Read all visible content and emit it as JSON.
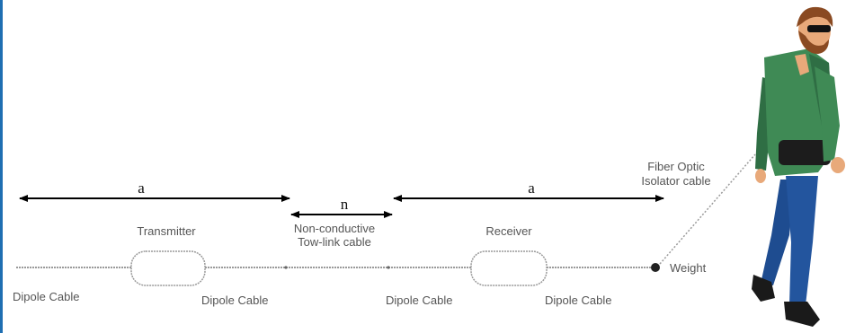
{
  "dimensions": {
    "left_span": "a",
    "middle_span": "n",
    "right_span": "a"
  },
  "components": {
    "transmitter": "Transmitter",
    "tow_link": [
      "Non-conductive",
      "Tow-link cable"
    ],
    "receiver": "Receiver",
    "fiber_optic": [
      "Fiber Optic",
      "Isolator cable"
    ],
    "weight": "Weight"
  },
  "cable_labels": {
    "cable_1": "Dipole Cable",
    "cable_2": "Dipole Cable",
    "cable_3": "Dipole Cable",
    "cable_4": "Dipole Cable"
  },
  "colors": {
    "accent_bar": "#1f6fb2",
    "cable": "#9a9a9a",
    "arrow": "#000000",
    "shirt": "#3f8a55",
    "jeans": "#23559e",
    "skin": "#e8a97a",
    "hair": "#8a4a22"
  }
}
